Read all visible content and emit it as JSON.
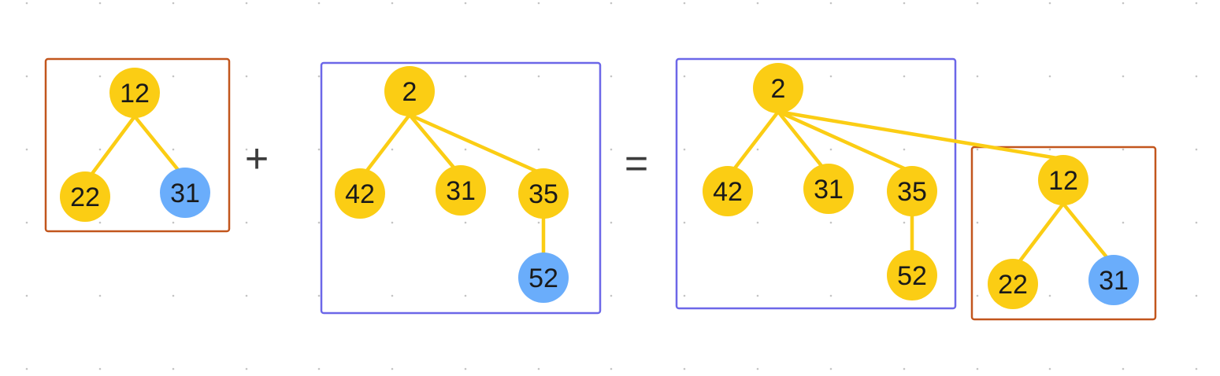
{
  "colors": {
    "background": "#ffffff",
    "grid_dot": "#c4c4c4",
    "node_default": "#fbcd14",
    "node_marked": "#6aadfb",
    "edge": "#fbcd14",
    "frame_orange": "#c2561d",
    "frame_purple": "#6c67e8",
    "label_text": "#1a1a1a",
    "operator_text": "#3c3c3c"
  },
  "operators": {
    "plus": "+",
    "equals": "="
  },
  "left_tree": {
    "nodes": [
      {
        "id": "a-root",
        "label": "12",
        "marked": false
      },
      {
        "id": "a-left",
        "label": "22",
        "marked": false
      },
      {
        "id": "a-right",
        "label": "31",
        "marked": true
      }
    ],
    "edges": [
      [
        "a-root",
        "a-left"
      ],
      [
        "a-root",
        "a-right"
      ]
    ]
  },
  "middle_tree": {
    "nodes": [
      {
        "id": "b-root",
        "label": "2",
        "marked": false
      },
      {
        "id": "b-c1",
        "label": "42",
        "marked": false
      },
      {
        "id": "b-c2",
        "label": "31",
        "marked": false
      },
      {
        "id": "b-c3",
        "label": "35",
        "marked": false
      },
      {
        "id": "b-c3-child",
        "label": "52",
        "marked": true
      }
    ],
    "edges": [
      [
        "b-root",
        "b-c1"
      ],
      [
        "b-root",
        "b-c2"
      ],
      [
        "b-root",
        "b-c3"
      ],
      [
        "b-c3",
        "b-c3-child"
      ]
    ]
  },
  "result_tree": {
    "nodes": [
      {
        "id": "c-root",
        "label": "2",
        "marked": false
      },
      {
        "id": "c-c1",
        "label": "42",
        "marked": false
      },
      {
        "id": "c-c2",
        "label": "31",
        "marked": false
      },
      {
        "id": "c-c3",
        "label": "35",
        "marked": false
      },
      {
        "id": "c-c3-child",
        "label": "52",
        "marked": false
      },
      {
        "id": "c-sub-root",
        "label": "12",
        "marked": false
      },
      {
        "id": "c-sub-left",
        "label": "22",
        "marked": false
      },
      {
        "id": "c-sub-right",
        "label": "31",
        "marked": true
      }
    ],
    "edges": [
      [
        "c-root",
        "c-c1"
      ],
      [
        "c-root",
        "c-c2"
      ],
      [
        "c-root",
        "c-c3"
      ],
      [
        "c-c3",
        "c-c3-child"
      ],
      [
        "c-root",
        "c-sub-root"
      ],
      [
        "c-sub-root",
        "c-sub-left"
      ],
      [
        "c-sub-root",
        "c-sub-right"
      ]
    ]
  }
}
